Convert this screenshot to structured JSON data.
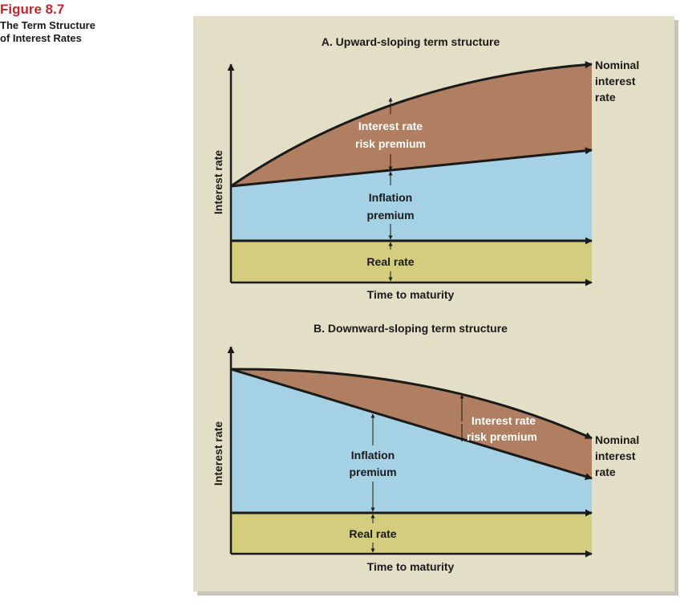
{
  "figure": {
    "label": "Figure 8.7",
    "caption_line1": "The Term Structure",
    "caption_line2": "of Interest Rates"
  },
  "colors": {
    "panel_background": "#e3dfc7",
    "real_rate_band": "#d3cd7d",
    "inflation_premium_band": "#a4d1e3",
    "interest_rate_risk_band": "#b07e60",
    "axis": "#1a1a1a",
    "figure_label": "#c0272d"
  },
  "panel_a": {
    "title": "A. Upward-sloping term structure",
    "y_axis_label": "Interest rate",
    "x_axis_label": "Time to maturity",
    "label_risk_1": "Interest rate",
    "label_risk_2": "risk premium",
    "label_inflation_1": "Inflation",
    "label_inflation_2": "premium",
    "label_real": "Real rate",
    "label_nominal_1": "Nominal",
    "label_nominal_2": "interest",
    "label_nominal_3": "rate"
  },
  "panel_b": {
    "title": "B. Downward-sloping term structure",
    "y_axis_label": "Interest rate",
    "x_axis_label": "Time to maturity",
    "label_risk_1": "Interest rate",
    "label_risk_2": "risk premium",
    "label_inflation_1": "Inflation",
    "label_inflation_2": "premium",
    "label_real": "Real rate",
    "label_nominal_1": "Nominal",
    "label_nominal_2": "interest",
    "label_nominal_3": "rate"
  }
}
